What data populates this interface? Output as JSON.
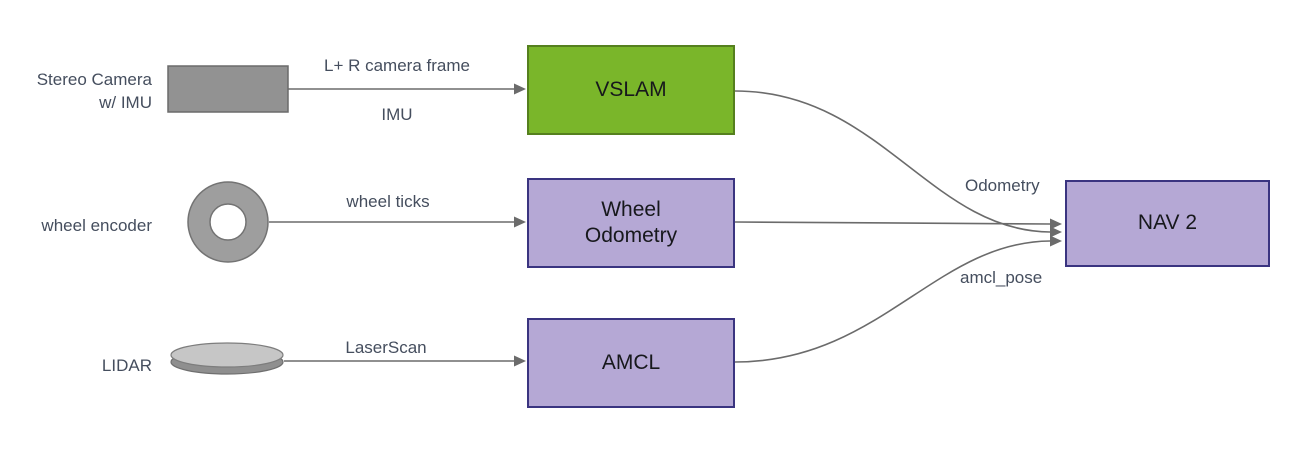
{
  "diagram_title": "ROS navigation sensor-fusion diagram",
  "colors": {
    "vslam_fill": "#7ab62a",
    "vslam_border": "#55801e",
    "purple_fill": "#b5a8d5",
    "purple_border": "#3a3480",
    "arrow": "#6b6b6b",
    "label_text": "#454e5e",
    "node_text": "#17181c",
    "sensor_gray": "#9e9e9e"
  },
  "nodes": {
    "vslam": {
      "label": "VSLAM"
    },
    "wheel_odometry": {
      "label": "Wheel\nOdometry"
    },
    "amcl": {
      "label": "AMCL"
    },
    "nav2": {
      "label": "NAV 2"
    }
  },
  "sensors": {
    "camera": {
      "label_line1": "Stereo Camera",
      "label_line2": "w/ IMU",
      "icon": "camera-block-icon"
    },
    "wheel_encoder": {
      "label": "wheel encoder",
      "icon": "wheel-ring-icon"
    },
    "lidar": {
      "label": "LIDAR",
      "icon": "lidar-disc-icon"
    }
  },
  "edges": {
    "camera_to_vslam": {
      "label_top": "L+ R camera frame",
      "label_bottom": "IMU"
    },
    "encoder_to_wheel_odometry": {
      "label": "wheel ticks"
    },
    "lidar_to_amcl": {
      "label": "LaserScan"
    },
    "vslam_to_nav2": {
      "label": "Odometry"
    },
    "wheel_odometry_to_nav2": {
      "label": ""
    },
    "amcl_to_nav2": {
      "label": "amcl_pose"
    }
  }
}
